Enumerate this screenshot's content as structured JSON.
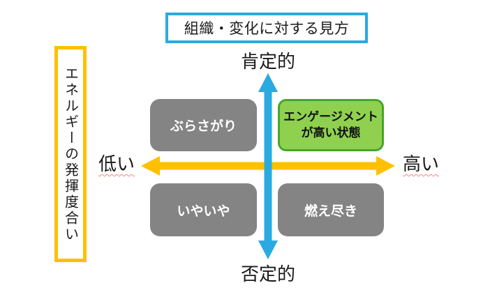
{
  "title": {
    "text": "組織・変化に対する見方"
  },
  "energy_axis_box": {
    "text": "エネルギーの発揮度合い"
  },
  "axes": {
    "vertical": {
      "top_label": "肯定的",
      "bottom_label": "否定的"
    },
    "horizontal": {
      "left_label": "低い",
      "right_label": "高い"
    }
  },
  "quadrants": {
    "top_left": {
      "label": "ぶらさがり",
      "style": "gray"
    },
    "top_right": {
      "label": "エンゲージメント\nが高い状態",
      "style": "green"
    },
    "bottom_left": {
      "label": "いやいや",
      "style": "gray"
    },
    "bottom_right": {
      "label": "燃え尽き",
      "style": "gray"
    }
  },
  "colors": {
    "axis-blue": "#29ABE2",
    "axis-yellow": "#FFC000",
    "box-gray": "#848484",
    "box-green": "#8FD14F",
    "box-green-border": "#46A52C",
    "squiggle-red": "#FF8080"
  }
}
